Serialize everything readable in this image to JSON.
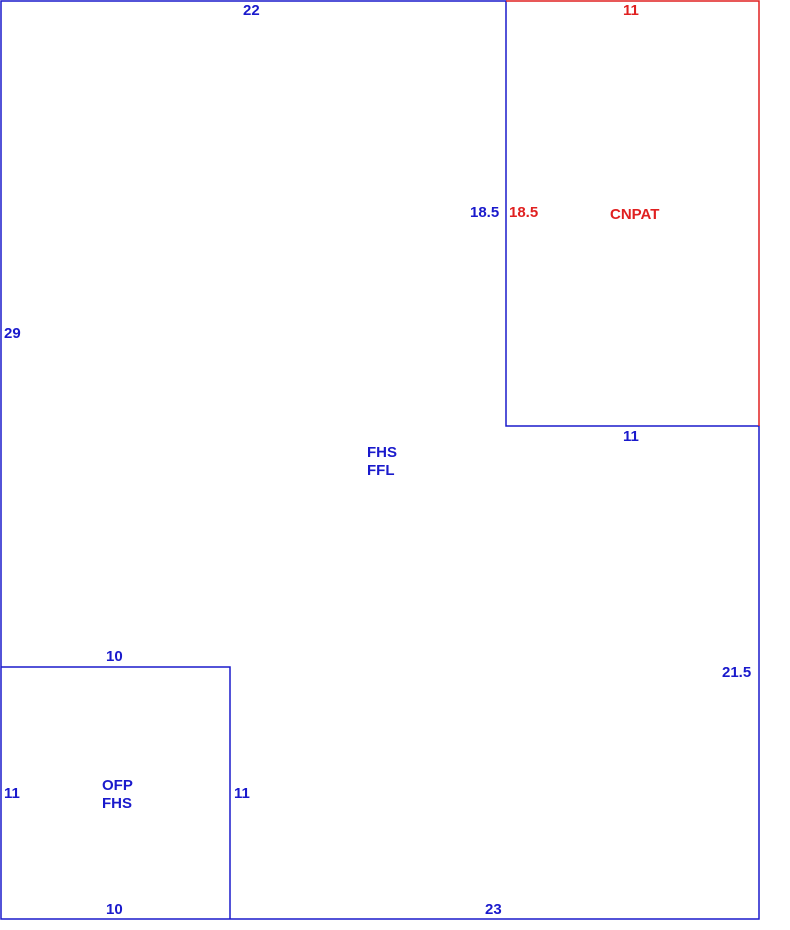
{
  "colors": {
    "primary": "#1a1acc",
    "highlight": "#e02020"
  },
  "main_area": {
    "labels": [
      "FHS",
      "FFL"
    ],
    "dimensions": {
      "top": "22",
      "left": "29",
      "right": "21.5",
      "bottom": "23"
    }
  },
  "cnpat_area": {
    "label": "CNPAT",
    "dimensions": {
      "top": "11",
      "left_inner": "18.5",
      "left_outer": "18.5",
      "bottom": "11"
    }
  },
  "ofp_area": {
    "labels": [
      "OFP",
      "FHS"
    ],
    "dimensions": {
      "top": "10",
      "left": "11",
      "right": "11",
      "bottom": "10"
    }
  }
}
